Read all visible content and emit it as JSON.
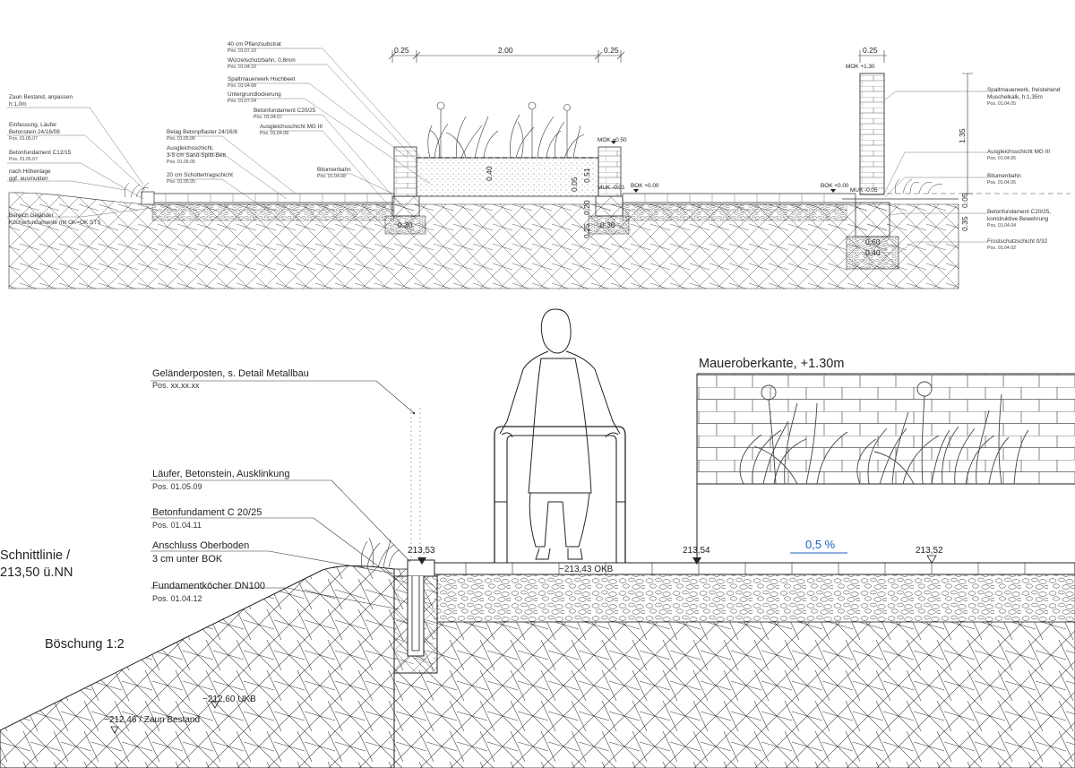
{
  "upper_section": {
    "labels_left": [
      {
        "text": "Zaun Bestand, anpassen",
        "sub": "h:1,0m"
      },
      {
        "text": "Einfassung, Läufer",
        "sub": "Betonstein 24/16/08",
        "pos": "Pos. 01.05.07"
      },
      {
        "text": "Betonfundament C12/15",
        "pos": "Pos. 01.05.07"
      },
      {
        "text": "nach Höhenlage",
        "sub": "ggf. ausmulden"
      },
      {
        "text": "Bereich Geländer",
        "sub": "Köcherfundamente mit OK=OK STS"
      }
    ],
    "labels_center": [
      {
        "text": "40 cm Pflanzsubstrat",
        "pos": "Pos. 01.07.10"
      },
      {
        "text": "Würzelschutzbahn, 0,8mm",
        "pos": "Pos. 01.04.10"
      },
      {
        "text": "Spaltmauerwerk Hochbeet",
        "pos": "Pos. 01.04.68"
      },
      {
        "text": "Untergrundlockerung",
        "pos": "Pos. 01.07.04"
      },
      {
        "text": "Betonfundament C20/25",
        "pos": "Pos. 01.04.07"
      },
      {
        "text": "Ausgleichsschicht MG III",
        "pos": "Pos. 01.04.08"
      },
      {
        "text": "Belag Betonpflaster 24/16/8",
        "pos": "Pos. 01.05.06"
      },
      {
        "text": "Ausgleichsschicht,",
        "sub": "3-5 cm Sand-Splitt-Bett",
        "pos": "Pos. 01.05.05"
      },
      {
        "text": "20 cm Schottertragschicht",
        "pos": "Pos. 01.05.05"
      },
      {
        "text": "Bitumenbahn",
        "pos": "Pos. 01.04.08"
      }
    ],
    "labels_right": [
      {
        "text": "Spaltmauerwerk, freistehend",
        "sub": "Muschelkalk, h:1,35m",
        "pos": "Pos. 01.04.05"
      },
      {
        "text": "Ausgleichsschicht MG III",
        "pos": "Pos. 01.04.05"
      },
      {
        "text": "Bitumenbahn",
        "pos": "Pos. 01.04.05"
      },
      {
        "text": "Betonfundament C20/25,",
        "sub": "konstruktive Bewehrung",
        "pos": "Pos. 01.04.04"
      },
      {
        "text": "Frostschutzschicht 0/32",
        "pos": "Pos. 01.04.02"
      }
    ],
    "dimensions": {
      "top_left": "0.25",
      "top_mid": "2.00",
      "top_right": "0.25",
      "wall_top": "0.25",
      "wall_height": "1.35",
      "bed_height": "0.40",
      "bed_wall": "0.51",
      "bed_gap": "0.05",
      "found_a": "0.30",
      "found_b": "0.20",
      "found_c": "0.25",
      "found_d": "0.30",
      "right_a": "0.05",
      "right_b": "0.35",
      "right_c": "0.60",
      "right_d": "0.40"
    },
    "levels": {
      "mok_wall": "MOK +1.30",
      "mok_bed": "MOK +0.50",
      "muk_bed": "MUK -0.01",
      "bok_1": "BOK +0.00",
      "bok_2": "BOK +0.00",
      "muk_wall": "MUK -0.05"
    }
  },
  "lower_section": {
    "annotations": [
      {
        "text": "Geländerposten, s. Detail Metallbau",
        "pos": "Pos. xx.xx.xx"
      },
      {
        "text": "Läufer, Betonstein, Ausklinkung",
        "pos": "Pos. 01.05.09"
      },
      {
        "text": "Betonfundament C 20/25",
        "pos": "Pos. 01.04.11"
      },
      {
        "text": "Anschluss Oberboden",
        "sub": "3 cm unter BOK"
      },
      {
        "text": "Fundamentköcher DN100",
        "pos": "Pos. 01.04.12"
      }
    ],
    "schnittlinie": [
      "Schnittlinie /",
      "213,50 ü.NN"
    ],
    "boeschung": "Böschung 1:2",
    "wall_title": "Maueroberkante, +1.30m",
    "levels": {
      "l1": "213,53",
      "l2": "213,54",
      "l3": "213,52",
      "okb": "~213,43 OKB",
      "ukb": "~212,60 UKB",
      "zaun": "~212,46 / Zaun Bestand"
    },
    "slope": "0,5 %",
    "colors": {
      "ink": "#222222",
      "slope": "#1f5fbf"
    }
  }
}
